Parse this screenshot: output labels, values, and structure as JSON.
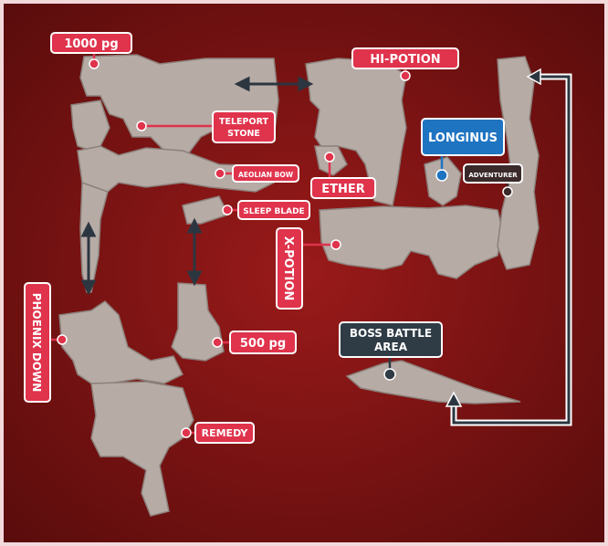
{
  "colors": {
    "background": "#7a1414",
    "cave": "#b7aba6",
    "red_marker": "#e0334c",
    "blue_marker": "#1f74c1",
    "dark_marker": "#3b2a2a",
    "boss_marker": "#2f3b45",
    "connector": "#2c3640"
  },
  "labels": {
    "pg1000": "1000 pg",
    "hipotion": "HI-POTION",
    "teleport1": "TELEPORT",
    "teleport2": "STONE",
    "longinus": "LONGINUS",
    "aeolian": "AEOLIAN BOW",
    "adventurer": "ADVENTURER",
    "ether": "ETHER",
    "sleep": "SLEEP BLADE",
    "xpotion": "X-POTION",
    "phoenix": "PHOENIX DOWN",
    "pg500": "500 pg",
    "boss1": "BOSS BATTLE",
    "boss2": "AREA",
    "remedy": "REMEDY"
  }
}
